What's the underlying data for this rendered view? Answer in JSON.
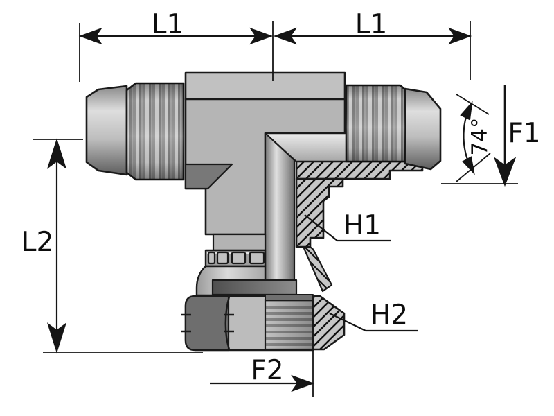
{
  "drawing": {
    "kind": "technical-section-drawing",
    "labels": {
      "l1_left": "L1",
      "l1_right": "L1",
      "l2": "L2",
      "f1": "F1",
      "f2": "F2",
      "h1": "H1",
      "h2": "H2",
      "cone_angle": "74°"
    },
    "colors": {
      "background": "#ffffff",
      "outline": "#1a1a1a",
      "label_text": "#0d0d0d",
      "body_gray": "#b5b5b5",
      "cap_gray": "#c1c1c1",
      "dark_gray": "#6e6e6e",
      "hatch_gray": "#c6c6c6"
    }
  }
}
